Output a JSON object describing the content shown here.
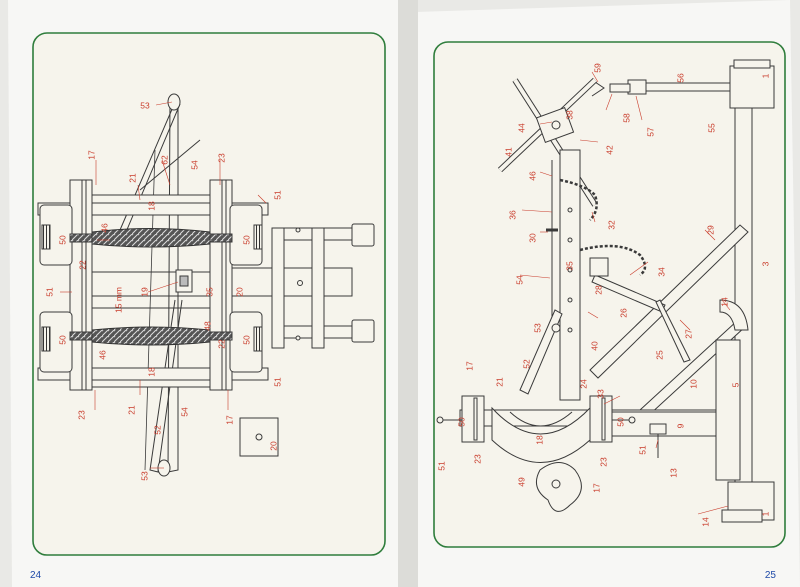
{
  "pages": {
    "left_number": "24",
    "right_number": "25"
  },
  "colors": {
    "frame": "#2f7d3c",
    "callout": "#c93c2b",
    "ink": "#3a3a3a",
    "paper": "#f6f4ec",
    "page_number": "#1f4aa8"
  },
  "left_diagram": {
    "callouts": [
      {
        "id": "l-53-top",
        "text": "53"
      },
      {
        "id": "l-17-top",
        "text": "17"
      },
      {
        "id": "l-62",
        "text": "62"
      },
      {
        "id": "l-54-top",
        "text": "54"
      },
      {
        "id": "l-23-top",
        "text": "23"
      },
      {
        "id": "l-21-top",
        "text": "21"
      },
      {
        "id": "l-18-top",
        "text": "18"
      },
      {
        "id": "l-51-top",
        "text": "51"
      },
      {
        "id": "l-46-top",
        "text": "46"
      },
      {
        "id": "l-50-ul",
        "text": "50"
      },
      {
        "id": "l-50-ur",
        "text": "50"
      },
      {
        "id": "l-22-top",
        "text": "22"
      },
      {
        "id": "l-51-left",
        "text": "51"
      },
      {
        "id": "l-19",
        "text": "19"
      },
      {
        "id": "l-35",
        "text": "35"
      },
      {
        "id": "l-20-mid",
        "text": "20"
      },
      {
        "id": "l-gap",
        "text": "15 mm"
      },
      {
        "id": "l-48",
        "text": "48"
      },
      {
        "id": "l-50-ll",
        "text": "50"
      },
      {
        "id": "l-50-lr",
        "text": "50"
      },
      {
        "id": "l-22-bot",
        "text": "22"
      },
      {
        "id": "l-46-bot",
        "text": "46"
      },
      {
        "id": "l-51-bot",
        "text": "51"
      },
      {
        "id": "l-23-bot",
        "text": "23"
      },
      {
        "id": "l-18-bot",
        "text": "18"
      },
      {
        "id": "l-21-bot",
        "text": "21"
      },
      {
        "id": "l-54-bot",
        "text": "54"
      },
      {
        "id": "l-52",
        "text": "52"
      },
      {
        "id": "l-17-bot",
        "text": "17"
      },
      {
        "id": "l-53-bot",
        "text": "53"
      },
      {
        "id": "l-20-plate",
        "text": "20"
      }
    ]
  },
  "right_diagram": {
    "callouts": [
      {
        "id": "r-59",
        "text": "59"
      },
      {
        "id": "r-56",
        "text": "56"
      },
      {
        "id": "r-1-top",
        "text": "1"
      },
      {
        "id": "r-38",
        "text": "38"
      },
      {
        "id": "r-58",
        "text": "58"
      },
      {
        "id": "r-44",
        "text": "44"
      },
      {
        "id": "r-57",
        "text": "57"
      },
      {
        "id": "r-55",
        "text": "55"
      },
      {
        "id": "r-41",
        "text": "41"
      },
      {
        "id": "r-42",
        "text": "42"
      },
      {
        "id": "r-46",
        "text": "46"
      },
      {
        "id": "r-36",
        "text": "36"
      },
      {
        "id": "r-32",
        "text": "32"
      },
      {
        "id": "r-29",
        "text": "29"
      },
      {
        "id": "r-30",
        "text": "30"
      },
      {
        "id": "r-3",
        "text": "3"
      },
      {
        "id": "r-35",
        "text": "35"
      },
      {
        "id": "r-34",
        "text": "34"
      },
      {
        "id": "r-54",
        "text": "54"
      },
      {
        "id": "r-28",
        "text": "28"
      },
      {
        "id": "r-14-top",
        "text": "14"
      },
      {
        "id": "r-26",
        "text": "26"
      },
      {
        "id": "r-53",
        "text": "53"
      },
      {
        "id": "r-27",
        "text": "27"
      },
      {
        "id": "r-40",
        "text": "40"
      },
      {
        "id": "r-25",
        "text": "25"
      },
      {
        "id": "r-52",
        "text": "52"
      },
      {
        "id": "r-17-top",
        "text": "17"
      },
      {
        "id": "r-21",
        "text": "21"
      },
      {
        "id": "r-24",
        "text": "24"
      },
      {
        "id": "r-33",
        "text": "33"
      },
      {
        "id": "r-10",
        "text": "10"
      },
      {
        "id": "r-5",
        "text": "5"
      },
      {
        "id": "r-50-left",
        "text": "50"
      },
      {
        "id": "r-18",
        "text": "18"
      },
      {
        "id": "r-50-right",
        "text": "50"
      },
      {
        "id": "r-9",
        "text": "9"
      },
      {
        "id": "r-51-left",
        "text": "51"
      },
      {
        "id": "r-23-left",
        "text": "23"
      },
      {
        "id": "r-23-right",
        "text": "23"
      },
      {
        "id": "r-51-right",
        "text": "51"
      },
      {
        "id": "r-13",
        "text": "13"
      },
      {
        "id": "r-49",
        "text": "49"
      },
      {
        "id": "r-17-bot",
        "text": "17"
      },
      {
        "id": "r-14-bot",
        "text": "14"
      },
      {
        "id": "r-1-bot",
        "text": "1"
      }
    ]
  }
}
